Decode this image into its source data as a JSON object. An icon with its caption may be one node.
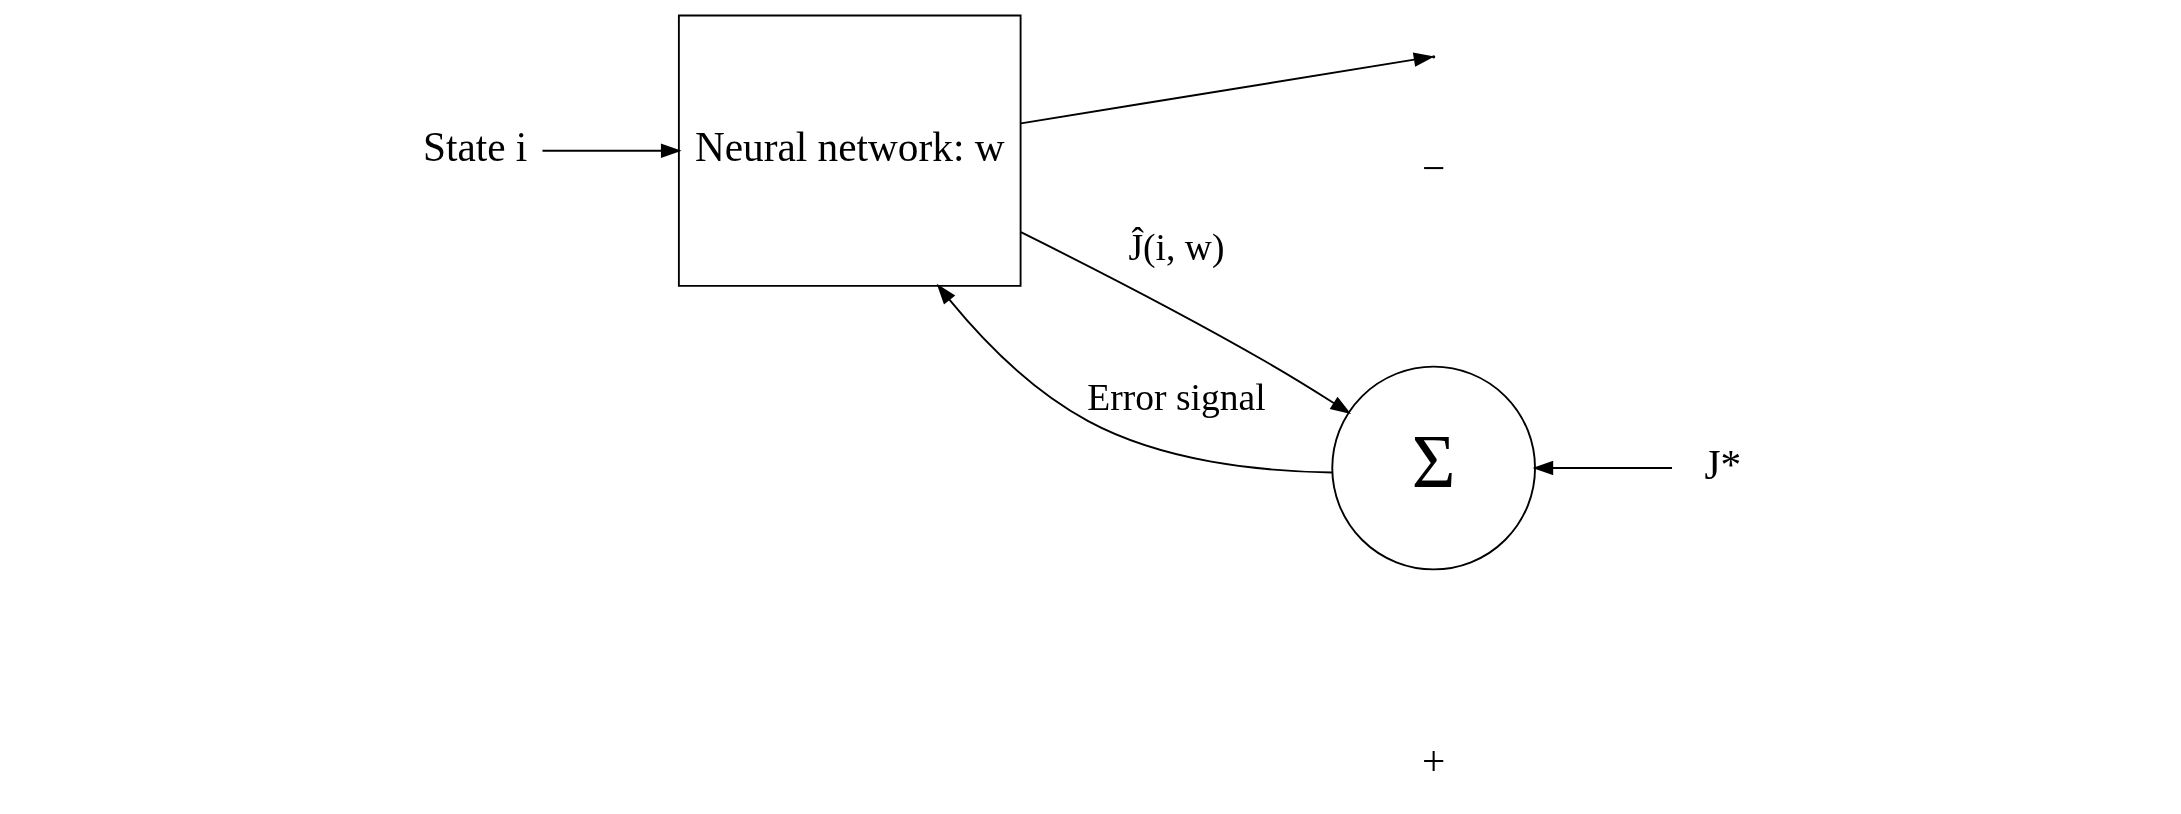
{
  "diagram": {
    "nodes": [
      {
        "text": [
          "State i"
        ]
      },
      {
        "text": [
          "Neural network: w"
        ]
      },
      {
        "text": [
          "Σ"
        ]
      },
      {
        "text": [
          "J*"
        ]
      }
    ],
    "edges": [
      {
        "from": 0,
        "to": 1,
        "arrow": "to"
      },
      {
        "from": 1,
        "to": 2,
        "arrow": "to",
        "label": "Ĵ(i, w)"
      },
      {
        "from": 3,
        "to": 2,
        "arrow": "to"
      },
      {
        "from": 2,
        "to": 1,
        "arrow": "to",
        "label": "Error signal"
      },
      {
        "from": 1,
        "to": null,
        "arrow": "to"
      }
    ],
    "labels": [
      "−",
      "+"
    ]
  }
}
